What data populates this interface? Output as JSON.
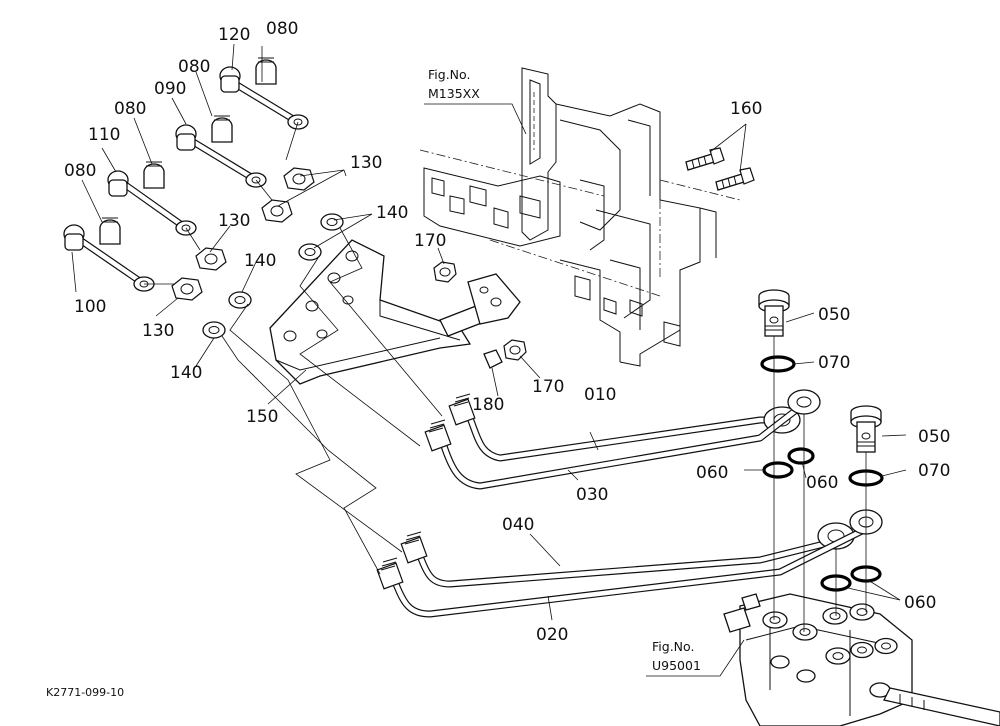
{
  "diagram": {
    "code": "K2771-099-10",
    "references": [
      {
        "line1": "Fig.No.",
        "line2": "M135XX"
      },
      {
        "line1": "Fig.No.",
        "line2": "U95001"
      }
    ],
    "part_labels": {
      "p010": "010",
      "p020": "020",
      "p030": "030",
      "p040": "040",
      "p050a": "050",
      "p050b": "050",
      "p060a": "060",
      "p060b": "060",
      "p060c": "060",
      "p070a": "070",
      "p070b": "070",
      "p080a": "080",
      "p080b": "080",
      "p080c": "080",
      "p080d": "080",
      "p090": "090",
      "p100": "100",
      "p110": "110",
      "p120": "120",
      "p130a": "130",
      "p130b": "130",
      "p130c": "130",
      "p140a": "140",
      "p140b": "140",
      "p140c": "140",
      "p150": "150",
      "p160": "160",
      "p170a": "170",
      "p170b": "170",
      "p180": "180"
    }
  }
}
